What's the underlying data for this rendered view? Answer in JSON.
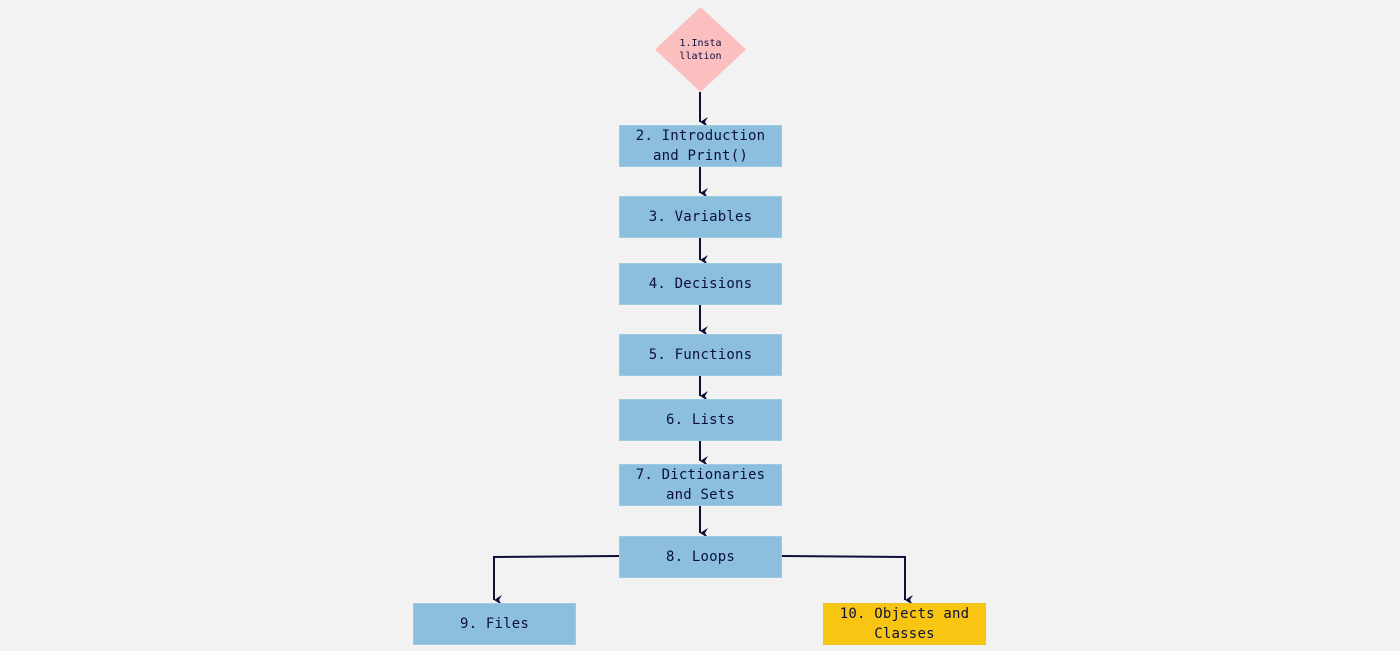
{
  "diagram": {
    "start": {
      "label": "1.Insta\nllation",
      "color": "#fbbfc0"
    },
    "steps": [
      {
        "id": "introduction",
        "label": "2. Introduction\nand Print()"
      },
      {
        "id": "variables",
        "label": "3. Variables"
      },
      {
        "id": "decisions",
        "label": "4. Decisions"
      },
      {
        "id": "functions",
        "label": "5. Functions"
      },
      {
        "id": "lists",
        "label": "6. Lists"
      },
      {
        "id": "dictionaries",
        "label": "7. Dictionaries\nand Sets"
      },
      {
        "id": "loops",
        "label": "8. Loops"
      }
    ],
    "branches": [
      {
        "id": "files",
        "label": "9. Files"
      },
      {
        "id": "objects",
        "label": "10. Objects and\nClasses"
      }
    ],
    "colors": {
      "step": "#8bbfdd",
      "highlight": "#f9c513",
      "arrow": "#0d1038",
      "background": "#f2f2f2"
    }
  }
}
